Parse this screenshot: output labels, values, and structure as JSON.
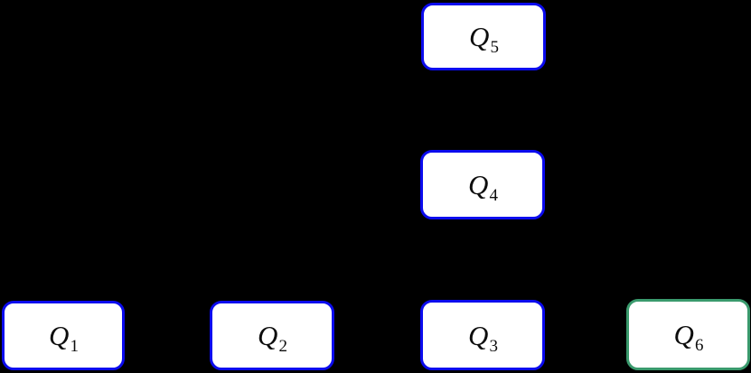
{
  "diagram": {
    "description": "Six labeled nodes on a black background; Q5 top-center, Q4 middle-center, bottom row Q1, Q2, Q3, Q6",
    "nodes": [
      {
        "id": "q1",
        "base": "Q",
        "sub": "1",
        "border": "blue"
      },
      {
        "id": "q2",
        "base": "Q",
        "sub": "2",
        "border": "blue"
      },
      {
        "id": "q3",
        "base": "Q",
        "sub": "3",
        "border": "blue"
      },
      {
        "id": "q4",
        "base": "Q",
        "sub": "4",
        "border": "blue"
      },
      {
        "id": "q5",
        "base": "Q",
        "sub": "5",
        "border": "blue"
      },
      {
        "id": "q6",
        "base": "Q",
        "sub": "6",
        "border": "green"
      }
    ]
  },
  "colors": {
    "background": "#000000",
    "node-fill": "#ffffff",
    "node-border-blue": "#0b0bee",
    "node-border-green": "#3a9a6d",
    "label-color": "#0d0d0d"
  }
}
